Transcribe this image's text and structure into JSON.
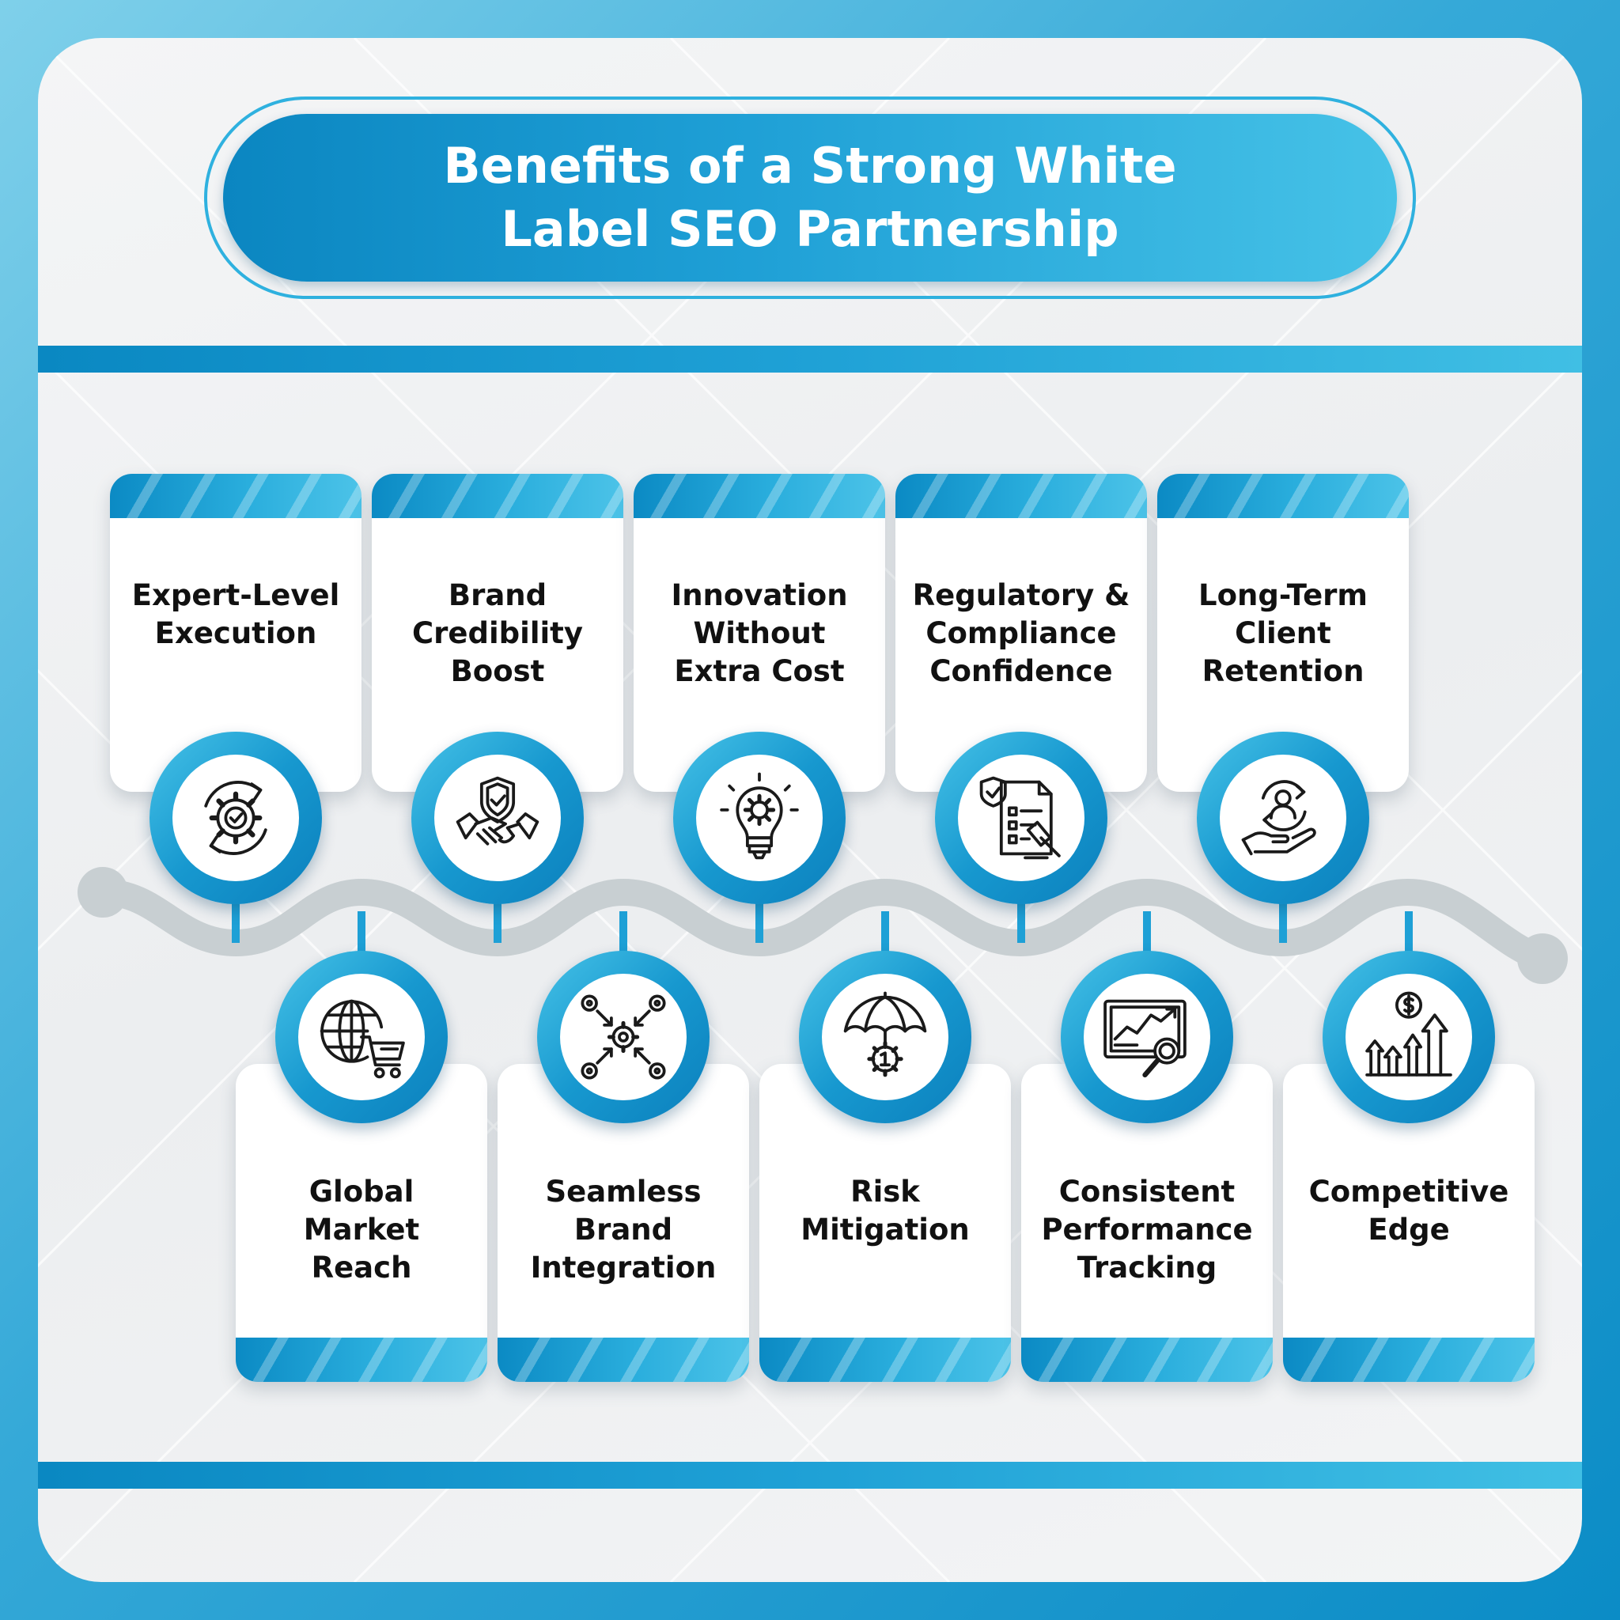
{
  "title": {
    "line1": "Benefits of a Strong White",
    "line2": "Label SEO Partnership"
  },
  "colors": {
    "accent_dark": "#0b86c1",
    "accent_light": "#46c2e7",
    "wave": "#c8cfd2",
    "text": "#111111"
  },
  "top_benefits": [
    {
      "label": "Expert-Level\nExecution",
      "icon": "gear-check-cycle-icon"
    },
    {
      "label": "Brand\nCredibility\nBoost",
      "icon": "shield-handshake-icon"
    },
    {
      "label": "Innovation\nWithout\nExtra Cost",
      "icon": "lightbulb-gear-icon"
    },
    {
      "label": "Regulatory &\nCompliance\nConfidence",
      "icon": "checklist-gavel-icon"
    },
    {
      "label": "Long-Term\nClient\nRetention",
      "icon": "hand-person-cycle-icon"
    }
  ],
  "bottom_benefits": [
    {
      "label": "Global\nMarket\nReach",
      "icon": "globe-cart-icon"
    },
    {
      "label": "Seamless\nBrand\nIntegration",
      "icon": "gear-network-icon"
    },
    {
      "label": "Risk\nMitigation",
      "icon": "umbrella-gear-icon"
    },
    {
      "label": "Consistent\nPerformance\nTracking",
      "icon": "chart-magnifier-icon"
    },
    {
      "label": "Competitive\nEdge",
      "icon": "dollar-growth-arrows-icon"
    }
  ]
}
